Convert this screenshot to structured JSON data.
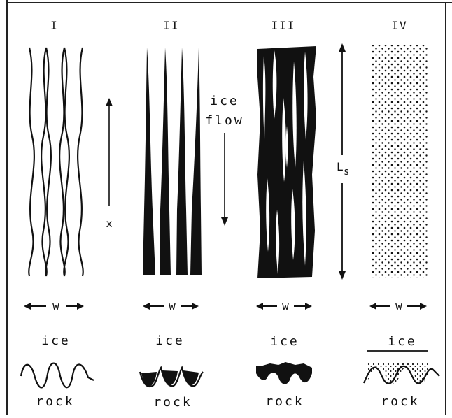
{
  "figure": {
    "panels": [
      {
        "id": "I",
        "numeral": "I",
        "width_label": "w",
        "upper_label": "ice",
        "lower_label": "rock"
      },
      {
        "id": "II",
        "numeral": "II",
        "width_label": "w",
        "upper_label": "ice",
        "lower_label": "rock"
      },
      {
        "id": "III",
        "numeral": "III",
        "width_label": "w",
        "upper_label": "ice",
        "lower_label": "rock"
      },
      {
        "id": "IV",
        "numeral": "IV",
        "width_label": "w",
        "upper_label": "ice",
        "lower_label": "rock"
      }
    ],
    "x_axis_label": "x",
    "flow_label_line1": "ice",
    "flow_label_line2": "flow",
    "length_label": "L",
    "length_label_sub": "s"
  }
}
